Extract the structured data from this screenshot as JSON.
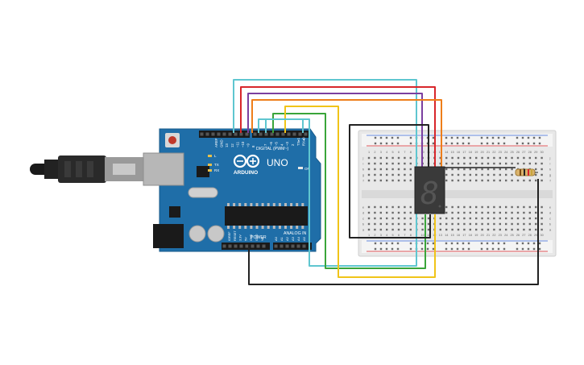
{
  "board": {
    "brand": "ARDUINO",
    "model": "UNO",
    "digital_label": "DIGITAL (PWM~)",
    "power_label": "POWER",
    "analog_label": "ANALOG IN",
    "aref_label": "AREF",
    "gnd_label": "GND",
    "pin_13": "13",
    "pin_12": "12",
    "pin_11": "~11",
    "pin_10": "~10",
    "pin_9": "~9",
    "pin_8": "8",
    "pin_7": "7",
    "pin_6": "~6",
    "pin_5": "~5",
    "pin_4": "4",
    "pin_3": "~3",
    "pin_2": "2",
    "tx1": "TX▸1",
    "rx0": "RX◂0",
    "led_l": "L",
    "led_tx": "TX",
    "led_rx": "RX",
    "on_label": "ON",
    "power_pins": [
      "IOREF",
      "RESET",
      "3.3V",
      "5V",
      "GND",
      "GND",
      "Vin"
    ],
    "analog_pins": [
      "A0",
      "A1",
      "A2",
      "A3",
      "A4",
      "A5"
    ]
  },
  "display": {
    "digit": "8"
  },
  "breadboard": {
    "row_letters_top": [
      "j",
      "i",
      "h",
      "g",
      "f"
    ],
    "row_letters_bottom": [
      "e",
      "d",
      "c",
      "b",
      "a"
    ],
    "column_numbers": [
      "1",
      "2",
      "3",
      "4",
      "5",
      "6",
      "7",
      "8",
      "9",
      "10",
      "11",
      "12",
      "13",
      "14",
      "15",
      "16",
      "17",
      "18",
      "19",
      "20",
      "21",
      "22",
      "23",
      "24",
      "25",
      "26",
      "27",
      "28",
      "29",
      "30"
    ]
  },
  "wire_colors": {
    "cyan": "#5fc6d0",
    "red": "#d8262b",
    "purple": "#7b3fa0",
    "orange": "#ee7e1a",
    "green": "#3aa53a",
    "yellow": "#f0c419",
    "black": "#222222"
  }
}
